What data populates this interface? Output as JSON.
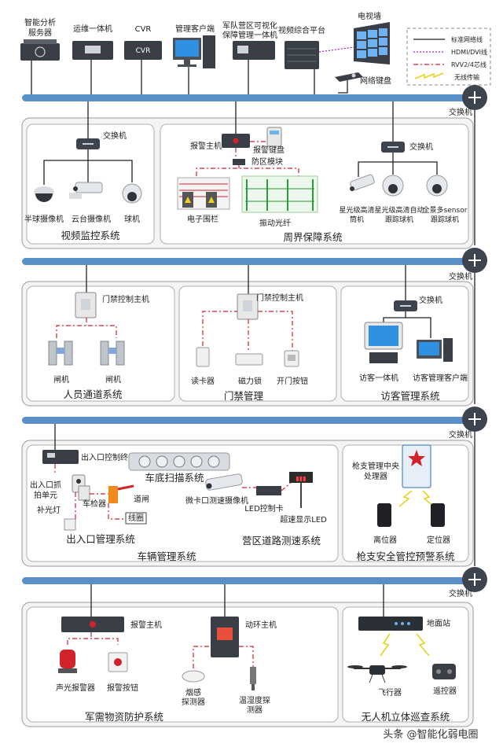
{
  "top": {
    "devices": [
      "智能分析",
      "服务器",
      "运维一体机",
      "CVR",
      "管理客户端",
      "军队营区可视化",
      "保障管理一体机",
      "视频综合平台",
      "电视墙",
      "网络键盘"
    ],
    "device_badges": {
      "cvr": "CVR"
    }
  },
  "legend": [
    "标准网络线",
    "HDMI/DVI线",
    "RVV2/4芯线",
    "无线传输"
  ],
  "switch_label": "交换机",
  "video": {
    "title": "视频监控系统",
    "cams": [
      "半球摄像机",
      "云台摄像机",
      "球机"
    ]
  },
  "perimeter": {
    "title": "周界保障系统",
    "items": [
      "报警主机",
      "报警键盘",
      "防区模块",
      "电子围栏",
      "振动光纤"
    ],
    "cams": [
      "星光级高清",
      "筒机",
      "星光级高清自动",
      "跟踪球机",
      "全景多sensor",
      "跟踪球机"
    ]
  },
  "personnel": {
    "title": "人员通道系统",
    "host": "门禁控制主机",
    "gates": [
      "闸机",
      "闸机"
    ]
  },
  "access": {
    "title": "门禁管理",
    "host": "门禁控制主机",
    "items": [
      "读卡器",
      "磁力锁",
      "开门按钮"
    ]
  },
  "visitor": {
    "title": "访客管理系统",
    "items": [
      "访客一体机",
      "访客管理客户端"
    ]
  },
  "vehicle": {
    "title": "车辆管理系统",
    "entry_title": "出入口管理系统",
    "road_title": "营区道路测速系统",
    "scan_title": "车底扫描系统",
    "items": [
      "出入口控制终端",
      "出入口抓",
      "拍单元",
      "补光灯",
      "车检器",
      "道闸",
      "线圈",
      "微卡口测速摄像机",
      "LED控制卡",
      "超速显示LED"
    ]
  },
  "gun": {
    "title": "枪支安全管控预警系统",
    "items": [
      "枪支管理中央",
      "处理器",
      "离位器",
      "定位器"
    ]
  },
  "military": {
    "title": "军需物资防护系统",
    "items": [
      "报警主机",
      "声光报警器",
      "报警按钮",
      "动环主机",
      "烟感",
      "探测器",
      "温湿度探",
      "测器"
    ]
  },
  "drone": {
    "title": "无人机立体巡查系统",
    "items": [
      "地面站",
      "飞行器",
      "遥控器"
    ]
  },
  "watermark": "头条 @智能化弱电圈"
}
